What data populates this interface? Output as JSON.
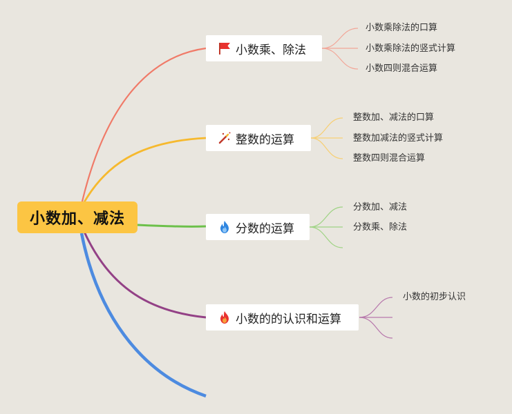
{
  "root": {
    "label": "小数加、减法"
  },
  "branches": [
    {
      "label": "小数乘、除法",
      "icon": "red-flag-icon",
      "color": "#f07a68",
      "children": [
        "小数乘除法的口算",
        "小数乘除法的竖式计算",
        "小数四则混合运算"
      ]
    },
    {
      "label": "整数的运算",
      "icon": "magic-wand-icon",
      "color": "#f6b92e",
      "children": [
        "整数加、减法的口算",
        "整数加减法的竖式计算",
        "整数四则混合运算"
      ]
    },
    {
      "label": "分数的运算",
      "icon": "blue-flame-icon",
      "color": "#6cc04a",
      "children": [
        "分数加、减法",
        "分数乘、除法"
      ]
    },
    {
      "label": "小数的的认识和运算",
      "icon": "fire-icon",
      "color": "#934186",
      "children": [
        "小数的初步认识"
      ]
    }
  ],
  "extra_branch_color": "#4d8be0"
}
